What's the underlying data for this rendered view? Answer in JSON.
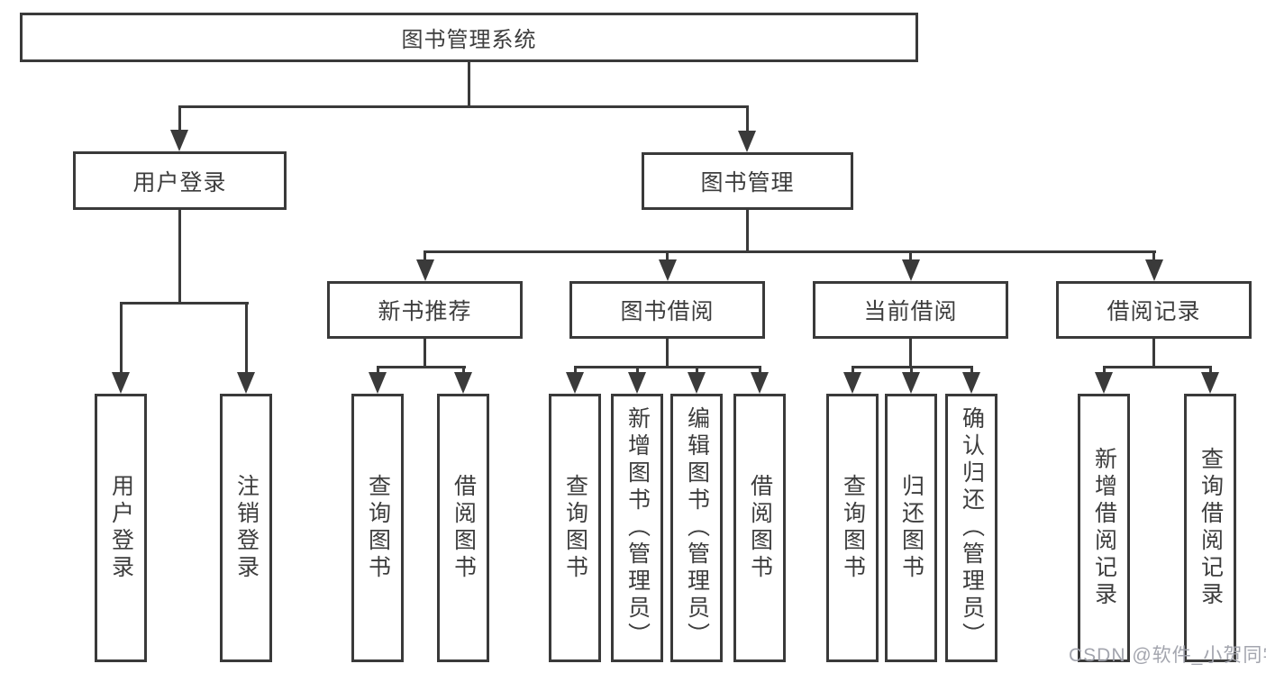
{
  "nodes": {
    "system": "图书管理系统",
    "user_login": "用户登录",
    "book_management": "图书管理",
    "new_book_recommend": "新书推荐",
    "book_borrowing": "图书借阅",
    "current_borrowing": "当前借阅",
    "borrowing_records": "借阅记录"
  },
  "leaves": {
    "login": [
      "用户登录",
      "注销登录"
    ],
    "recommend": [
      "查询图书",
      "借阅图书"
    ],
    "borrow": [
      "查询图书",
      "新增图书（管理员）",
      "编辑图书（管理员）",
      "借阅图书"
    ],
    "current": [
      "查询图书",
      "归还图书",
      "确认归还（管理员）"
    ],
    "records": [
      "新增借阅记录",
      "查询借阅记录"
    ]
  },
  "watermark": {
    "text": "CSDN @软件_小贺同学"
  },
  "colors": {
    "line": "#3a3a3a",
    "text": "#3d3d3d",
    "background": "#ffffff",
    "watermark": "#9ea0aa"
  }
}
